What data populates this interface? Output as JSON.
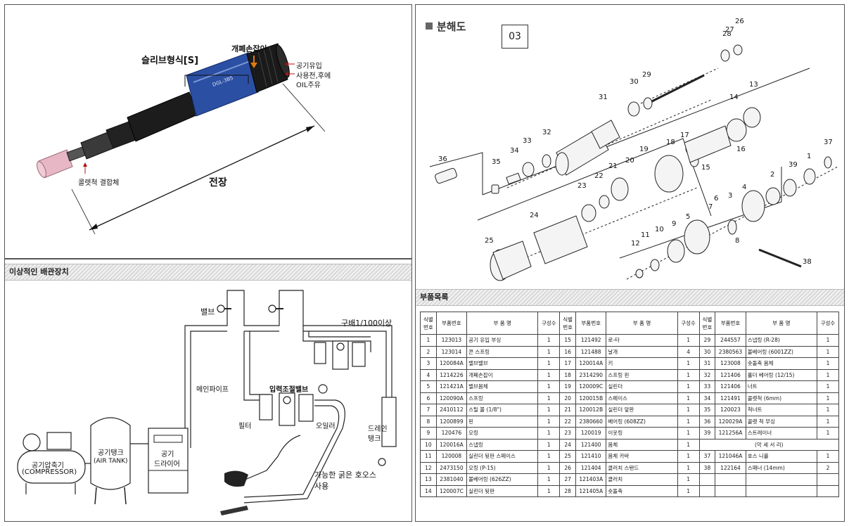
{
  "tool_view": {
    "sleeve_type": "슬리브형식[S]",
    "open_close_handle": "개폐손잡이",
    "air_inlet": "공기유입",
    "oil_note_1": "사용전,후에",
    "oil_note_2": "OIL주유",
    "collet_assembly": "콜렛척 결합체",
    "total_length": "전장",
    "body_text": "DGL-3BS"
  },
  "piping": {
    "section_title": "이상적인 배관장치",
    "valve": "밸브",
    "slope": "구배1/100이상",
    "main_pipe": "메인파이프",
    "pressure_valve": "입력조절밸브",
    "filter": "필터",
    "oiler": "오일러",
    "drain_tank_1": "드레인",
    "drain_tank_2": "탱크",
    "compressor_ko": "공기압축기",
    "compressor_en": "(COMPRESSOR)",
    "air_tank_ko": "공기탱크",
    "air_tank_en": "(AIR TANK)",
    "dryer_1": "공기",
    "dryer_2": "드라이어",
    "hose_1": "가능한 굵은 호오스",
    "hose_2": "사용"
  },
  "exploded": {
    "title": "분해도",
    "code": "03",
    "part_numbers": [
      "1",
      "2",
      "3",
      "4",
      "5",
      "6",
      "7",
      "8",
      "9",
      "10",
      "11",
      "12",
      "13",
      "14",
      "15",
      "16",
      "17",
      "18",
      "19",
      "20",
      "21",
      "22",
      "23",
      "24",
      "25",
      "26",
      "27",
      "28",
      "29",
      "30",
      "31",
      "32",
      "33",
      "34",
      "35",
      "36",
      "37",
      "38",
      "39"
    ]
  },
  "parts_list": {
    "section_title": "부품목록",
    "headers": {
      "no_1": "식별",
      "no_2": "번호",
      "part_no": "부품번호",
      "part_name": "부 품 명",
      "qty": "구성수"
    },
    "columns": [
      [
        [
          "1",
          "123013",
          "공기 유입 부싱",
          "1"
        ],
        [
          "2",
          "123014",
          "콘 스프링",
          "1"
        ],
        [
          "3",
          "120084A",
          "밸브밸브",
          "1"
        ],
        [
          "4",
          "1214226",
          "개폐손잡이",
          "1"
        ],
        [
          "5",
          "121421A",
          "밸브몸체",
          "1"
        ],
        [
          "6",
          "120090A",
          "스프링",
          "1"
        ],
        [
          "7",
          "2410112",
          "스틸 볼 (1/8\")",
          "1"
        ],
        [
          "8",
          "1200899",
          "핀",
          "1"
        ],
        [
          "9",
          "120476",
          "오링",
          "1"
        ],
        [
          "10",
          "120016A",
          "스냅링",
          "1"
        ],
        [
          "11",
          "120008",
          "실린더 뒷판 스페이스",
          "1"
        ],
        [
          "12",
          "2473150",
          "오링 (P-15)",
          "1"
        ],
        [
          "13",
          "2381040",
          "볼베어링 (626ZZ)",
          "1"
        ],
        [
          "14",
          "120007C",
          "실린더 뒷판",
          "1"
        ]
      ],
      [
        [
          "15",
          "121492",
          "로-타",
          "1"
        ],
        [
          "16",
          "121488",
          "날개",
          "4"
        ],
        [
          "17",
          "120014A",
          "키",
          "1"
        ],
        [
          "18",
          "2314290",
          "스프링 핀",
          "1"
        ],
        [
          "19",
          "120009C",
          "실린더",
          "1"
        ],
        [
          "20",
          "120015B",
          "스페이스",
          "1"
        ],
        [
          "21",
          "120012B",
          "실린더 앞판",
          "1"
        ],
        [
          "22",
          "2380660",
          "베어링 (608ZZ)",
          "1"
        ],
        [
          "23",
          "120019",
          "이웃링",
          "1"
        ],
        [
          "24",
          "121400",
          "몸체",
          "1"
        ],
        [
          "25",
          "121410",
          "몸체 카바",
          "1"
        ],
        [
          "26",
          "121404",
          "클러치 스탠드",
          "1"
        ],
        [
          "27",
          "121403A",
          "클러치",
          "1"
        ],
        [
          "28",
          "121405A",
          "숏돌축",
          "1"
        ]
      ],
      [
        [
          "29",
          "244557",
          "스냅링 (R-28)",
          "1"
        ],
        [
          "30",
          "2380563",
          "볼베어링 (6001ZZ)",
          "1"
        ],
        [
          "31",
          "123008",
          "숏돌축 몸체",
          "1"
        ],
        [
          "32",
          "121406",
          "홀더 베어링 (12/15)",
          "1"
        ],
        [
          "33",
          "121406",
          "너트",
          "1"
        ],
        [
          "34",
          "121491",
          "콜렛척 (6mm)",
          "1"
        ],
        [
          "35",
          "120023",
          "척너트",
          "1"
        ],
        [
          "36",
          "120029A",
          "콜렛 척 무싱",
          "1"
        ],
        [
          "39",
          "121256A",
          "스트레이너",
          "1"
        ],
        [
          "",
          "",
          "(악 세 서 리)",
          ""
        ],
        [
          "37",
          "121046A",
          "호스 니플",
          "1"
        ],
        [
          "38",
          "122164",
          "스패너 (14mm)",
          "2"
        ],
        [
          "",
          "",
          "",
          ""
        ],
        [
          "",
          "",
          "",
          ""
        ]
      ]
    ]
  },
  "colors": {
    "tool_body": "#1c1c1c",
    "tool_sleeve": "#2b4fa3",
    "grinding_stone": "#e8b7c6",
    "band_stripe": "#d9d9d9"
  }
}
